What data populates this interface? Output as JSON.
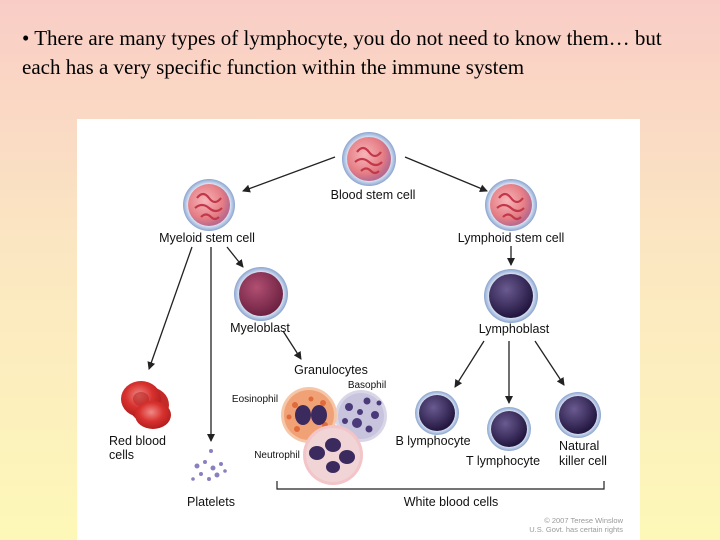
{
  "slide": {
    "bullet_text": "• There are many types of lymphocyte, you do not need to know them… but each has a very specific function within the immune system"
  },
  "diagram": {
    "labels": {
      "blood_stem_cell": "Blood stem cell",
      "myeloid_stem_cell": "Myeloid stem cell",
      "lymphoid_stem_cell": "Lymphoid stem cell",
      "myeloblast": "Myeloblast",
      "lymphoblast": "Lymphoblast",
      "granulocytes": "Granulocytes",
      "basophil": "Basophil",
      "eosinophil": "Eosinophil",
      "neutrophil": "Neutrophil",
      "red_blood_cells_line1": "Red blood",
      "red_blood_cells_line2": "cells",
      "platelets": "Platelets",
      "b_lymphocyte": "B lymphocyte",
      "t_lymphocyte": "T lymphocyte",
      "natural_killer_line1": "Natural",
      "natural_killer_line2": "killer cell",
      "white_blood_cells": "White blood cells",
      "credit_line1": "© 2007 Terese Winslow",
      "credit_line2": "U.S. Govt. has certain rights"
    },
    "colors": {
      "stem_cell_fill": "#e67e86",
      "stem_nucleus": "#c2384a",
      "blast_fill": "#8e2f52",
      "lymphocyte_fill": "#3a2a5e",
      "cell_rim": "#9fb7dc",
      "red_cell": "#d8322f",
      "platelet": "#8a7fbf",
      "arrow": "#222222"
    }
  }
}
